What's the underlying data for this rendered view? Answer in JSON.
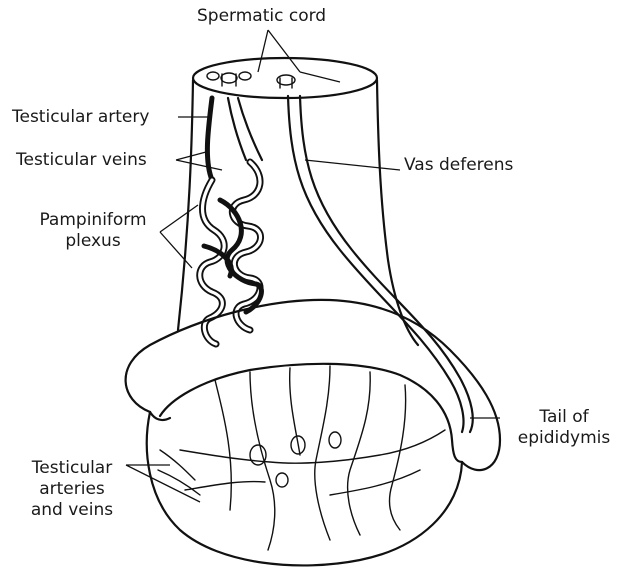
{
  "figure": {
    "labels": {
      "spermatic_cord": "Spermatic cord",
      "testicular_artery": "Testicular artery",
      "testicular_veins": "Testicular veins",
      "pampiniform_line1": "Pampiniform",
      "pampiniform_line2": "plexus",
      "vas_deferens": "Vas deferens",
      "tail_line1": "Tail of",
      "tail_line2": "epididymis",
      "arteries_line1": "Testicular",
      "arteries_line2": "arteries",
      "arteries_line3": "and veins"
    },
    "colors": {
      "ink": "#111111",
      "background": "#ffffff"
    }
  }
}
